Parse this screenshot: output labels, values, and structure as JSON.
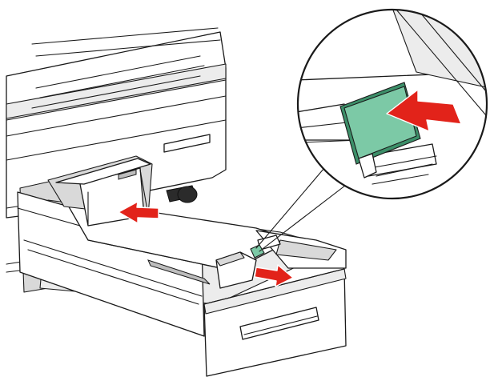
{
  "diagram": {
    "colors": {
      "outline": "#1a1a1a",
      "surface": "#ffffff",
      "shade_light": "#ececec",
      "shade_mid": "#d9d9d9",
      "shade_dark": "#bdbdbd",
      "caster": "#2b2b2b",
      "guide_tab": "#7cc9a6",
      "guide_tab_dark": "#3c8f69",
      "arrow": "#e2231a"
    },
    "parts": [
      "printer-body",
      "paper-tray-drawer",
      "tray-handle",
      "rear-length-guide",
      "side-width-guide",
      "guide-release-tab",
      "caster-wheel",
      "magnified-callout"
    ],
    "arrows": [
      {
        "name": "push-rear-guide-arrow",
        "direction": "left"
      },
      {
        "name": "slide-side-guide-arrow",
        "direction": "right"
      },
      {
        "name": "squeeze-tab-arrow",
        "direction": "left"
      }
    ]
  }
}
